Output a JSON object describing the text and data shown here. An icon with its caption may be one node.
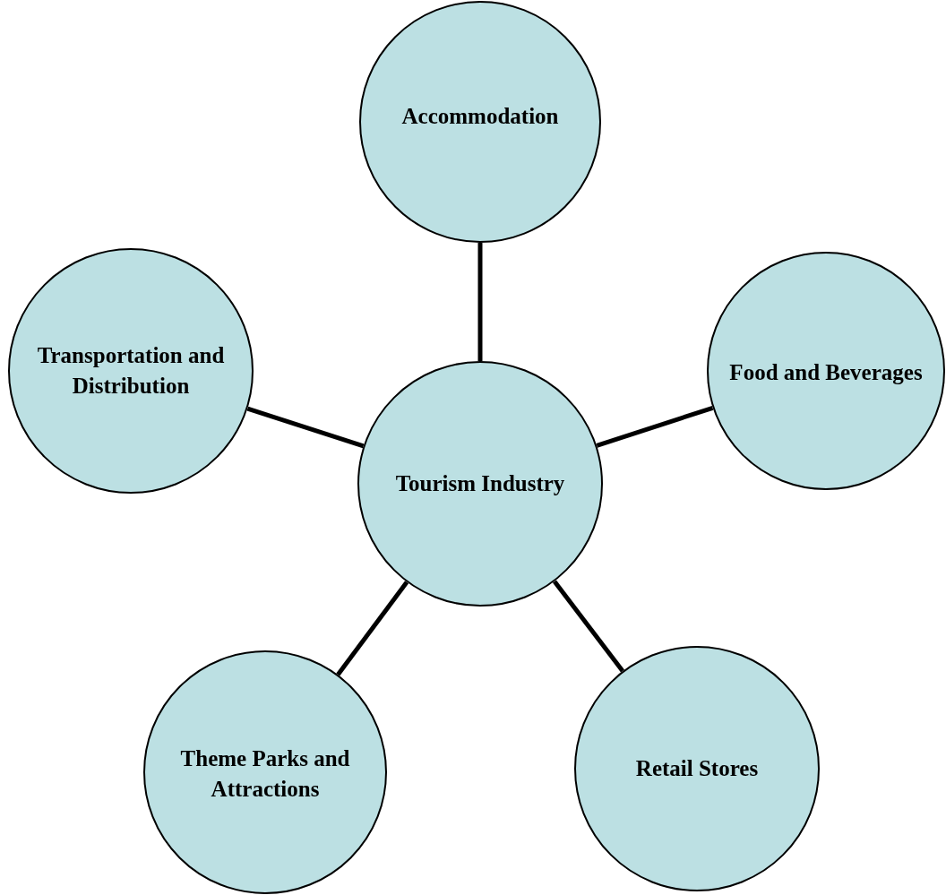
{
  "diagram": {
    "nodes": [
      {
        "text": [
          "Accommodation"
        ]
      },
      {
        "text": [
          "Transportation and Distribution"
        ]
      },
      {
        "text": [
          "Food and Beverages"
        ]
      },
      {
        "text": [
          "Tourism Industry"
        ]
      },
      {
        "text": [
          "Theme Parks and Attractions"
        ]
      },
      {
        "text": [
          "Retail Stores"
        ]
      }
    ],
    "edges": [
      {
        "from": 3,
        "to": 0,
        "arrow": "none"
      },
      {
        "from": 3,
        "to": 1,
        "arrow": "none"
      },
      {
        "from": 3,
        "to": 2,
        "arrow": "none"
      },
      {
        "from": 3,
        "to": 4,
        "arrow": "none"
      },
      {
        "from": 3,
        "to": 5,
        "arrow": "none"
      }
    ]
  }
}
